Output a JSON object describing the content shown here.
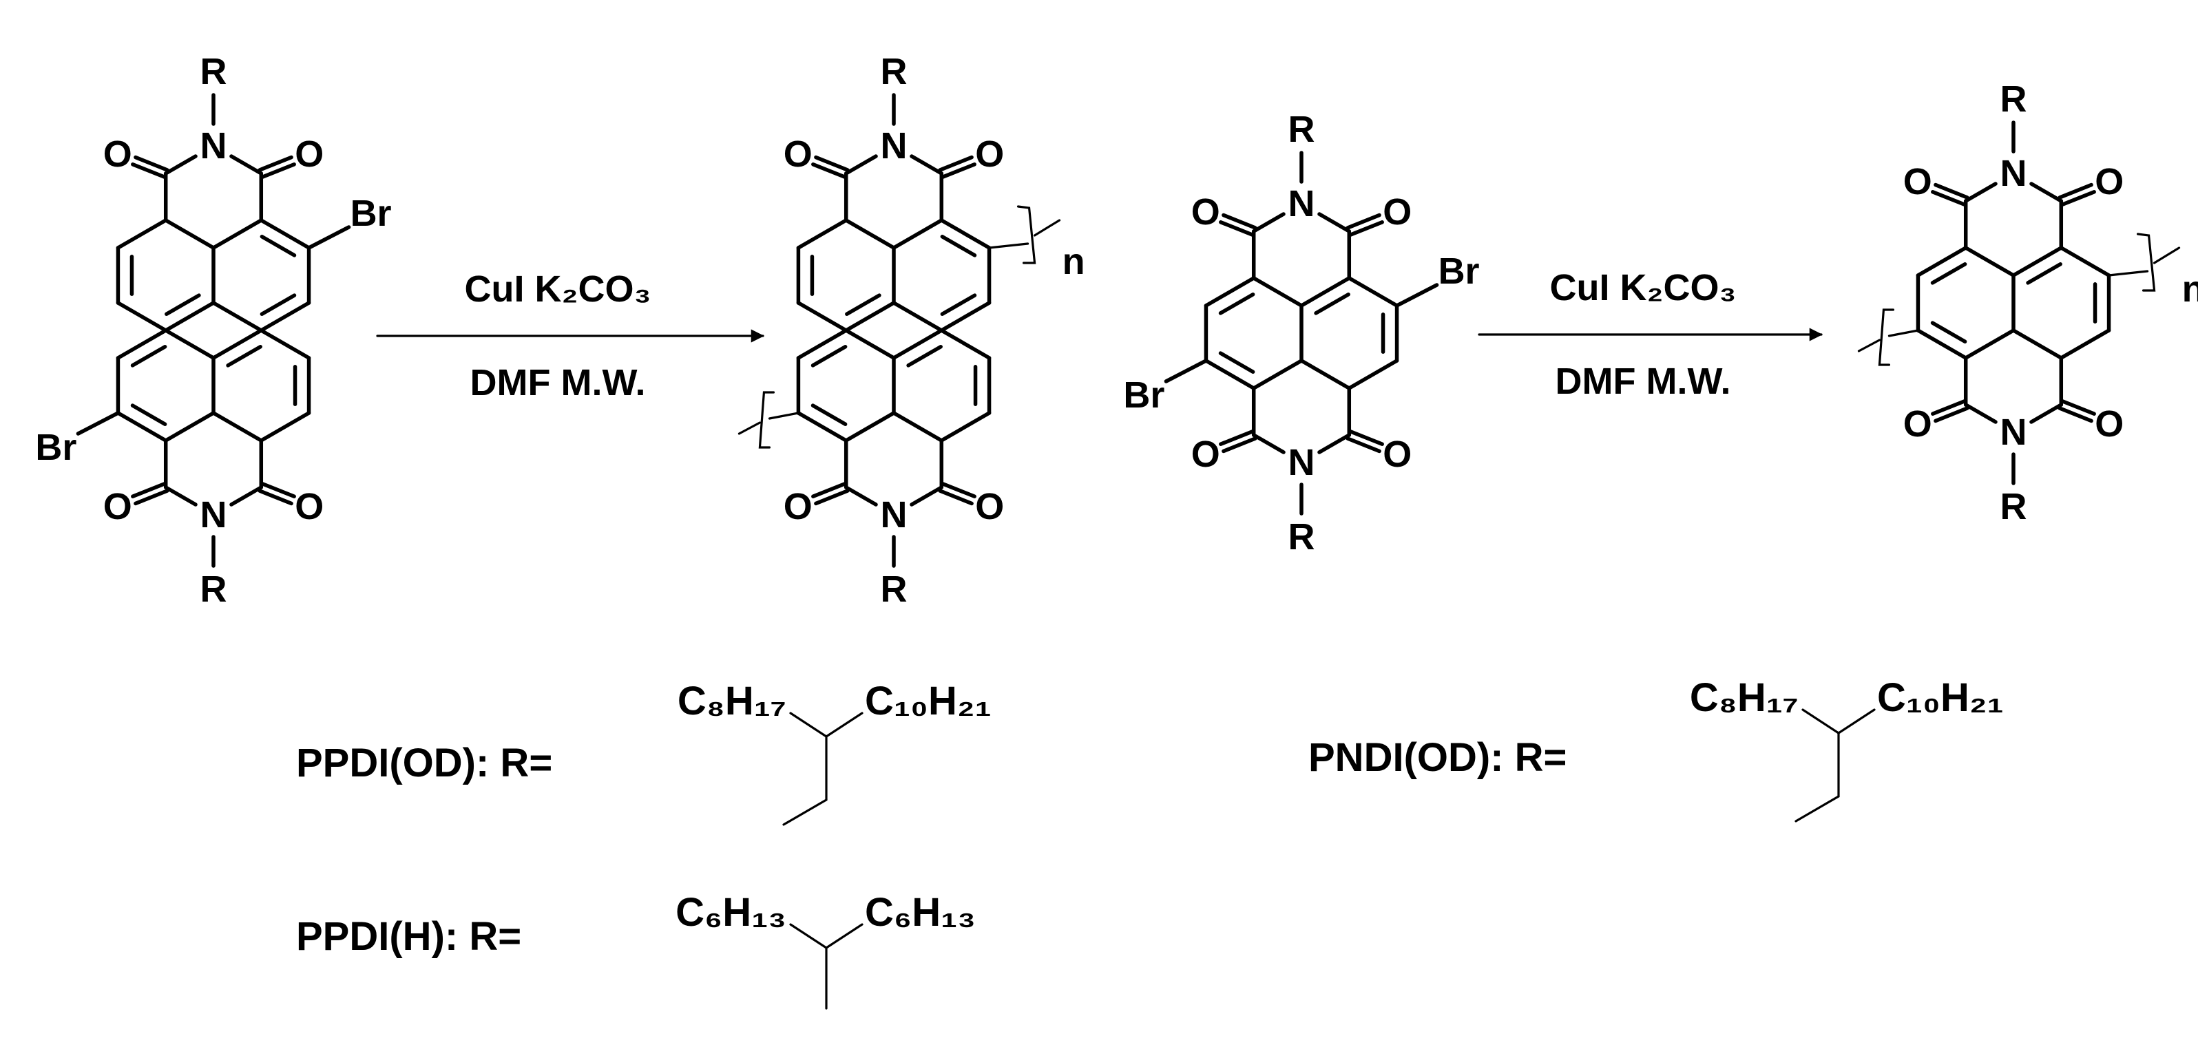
{
  "atoms": {
    "R": "R",
    "N": "N",
    "O": "O",
    "Br": "Br",
    "n": "n"
  },
  "reactions": [
    {
      "reagents": "CuI  K₂CO₃",
      "solvent": "DMF  M.W."
    },
    {
      "reagents": "CuI  K₂CO₃",
      "solvent": "DMF  M.W."
    }
  ],
  "side_chains": [
    {
      "label": "PPDI(OD):  R=",
      "left_group": "C₈H₁₇",
      "right_group": "C₁₀H₂₁"
    },
    {
      "label": "PPDI(H):  R=",
      "left_group": "C₆H₁₃",
      "right_group": "C₆H₁₃"
    },
    {
      "label": "PNDI(OD):  R=",
      "left_group": "C₈H₁₇",
      "right_group": "C₁₀H₂₁"
    }
  ]
}
